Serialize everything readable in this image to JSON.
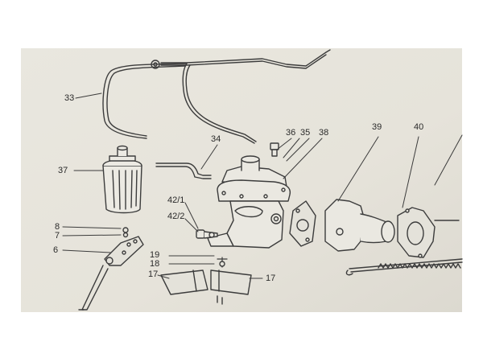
{
  "diagram": {
    "part_labels": [
      "33",
      "34",
      "35",
      "36",
      "37",
      "38",
      "39",
      "40",
      "42/1",
      "42/2",
      "8",
      "7",
      "6",
      "19",
      "18",
      "17",
      "17"
    ],
    "colors": {
      "paper": "#e8e6de",
      "ink": "#3a3a3a",
      "background": "#ffffff"
    }
  }
}
